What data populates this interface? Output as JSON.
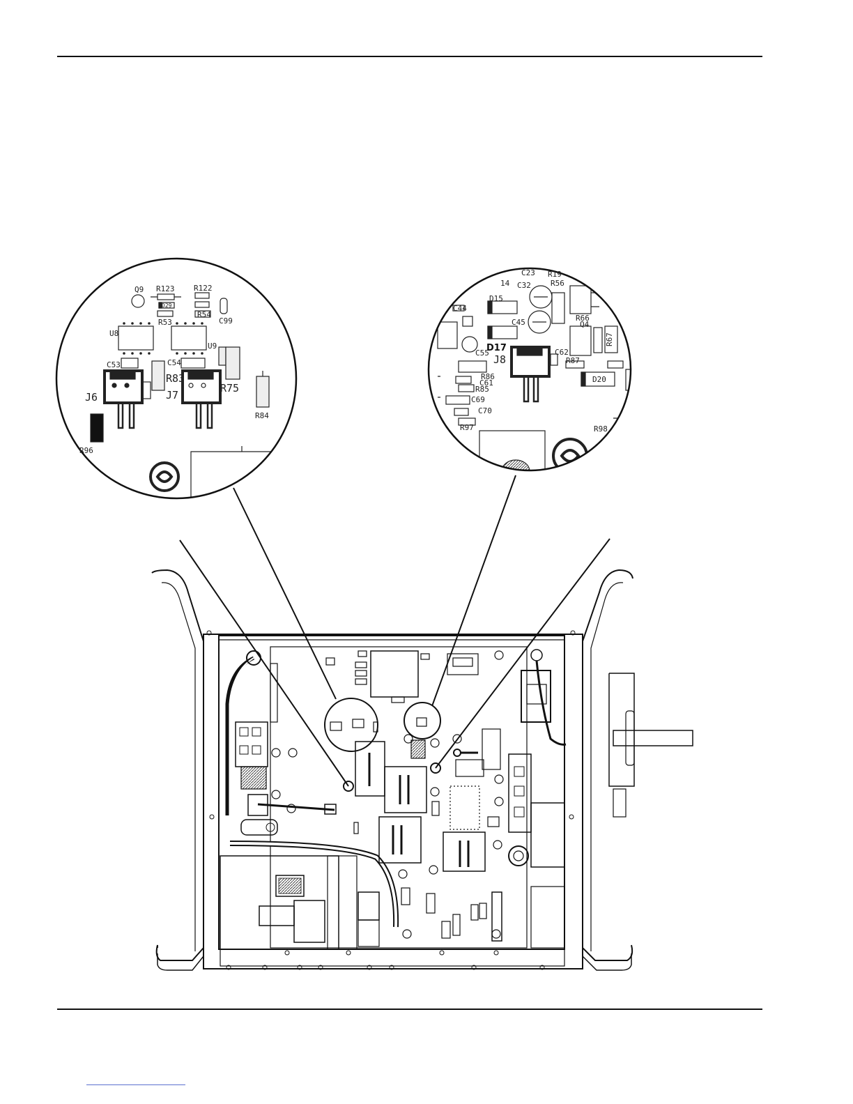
{
  "detail_left": {
    "labels": {
      "q9": "Q9",
      "r123": "R123",
      "r122": "R122",
      "d29": "D29",
      "r53": "R53",
      "r54": "R54",
      "c99": "C99",
      "u8": "U8",
      "u9": "U9",
      "c53": "C53",
      "c54": "C54",
      "r83": "R83",
      "j6": "J6",
      "j7": "J7",
      "r75": "R75",
      "r84": "R84",
      "r96": "R96"
    }
  },
  "detail_right": {
    "labels": {
      "c23": "C23",
      "r19": "R19",
      "c32": "C32",
      "r56": "R56",
      "i14": "14",
      "d15": "D15",
      "c44": "C44",
      "c45": "C45",
      "r66": "R66",
      "q4": "Q4",
      "r67": "R67",
      "c55": "C55",
      "j8": "J8",
      "c62": "C62",
      "r87": "R87",
      "r86": "R86",
      "c61": "C61",
      "r85": "R85",
      "d20": "D20",
      "c69": "C69",
      "c70": "C70",
      "r97": "R97",
      "r98": "R98",
      "d17": "D17"
    }
  }
}
